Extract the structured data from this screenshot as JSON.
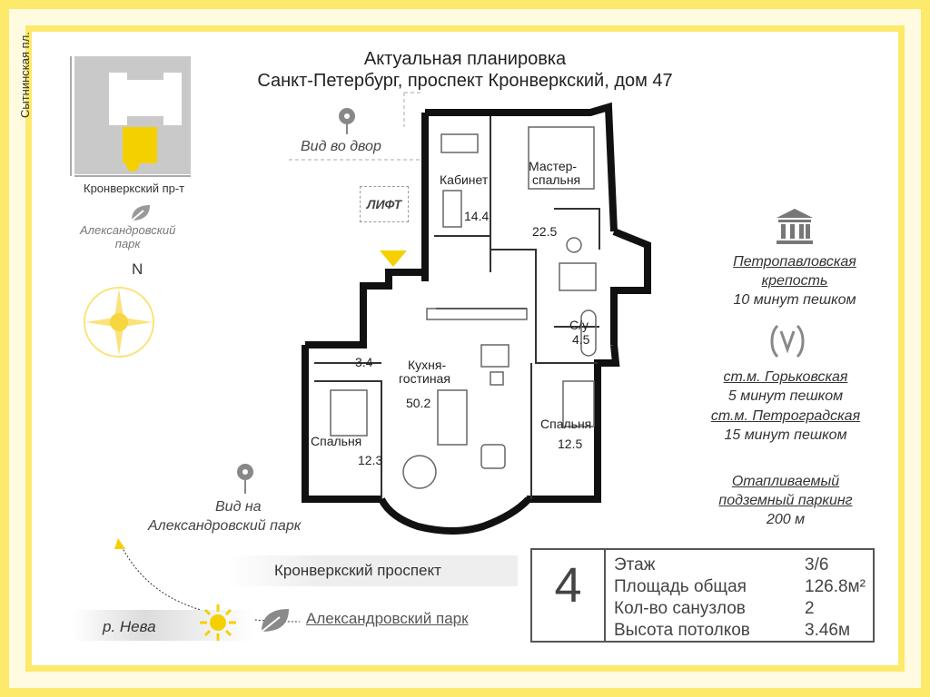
{
  "header": {
    "line1": "Актуальная планировка",
    "line2": "Санкт-Петербург, проспект Кронверкский, дом 47"
  },
  "map": {
    "street_left": "Сытнинская пл.",
    "street_bottom": "Кронверкский пр-т",
    "park": "Александровский\nпарк",
    "north": "N"
  },
  "views": {
    "courtyard": "Вид во двор",
    "park_line1": "Вид на",
    "park_line2": "Александровский парк"
  },
  "lift": "ЛИФТ",
  "rooms": {
    "study": {
      "name": "Кабинет",
      "area": "14.4"
    },
    "master": {
      "name_1": "Мастер-",
      "name_2": "спальня",
      "area": "22.5"
    },
    "bath": {
      "name": "С/у",
      "area": "4.5"
    },
    "kitchen": {
      "name_1": "Кухня-",
      "name_2": "гостиная",
      "area": "50.2"
    },
    "storage": {
      "area": "3.4"
    },
    "bedroom_left": {
      "name": "Спальня",
      "area": "12.3"
    },
    "bedroom_right": {
      "name": "Спальня",
      "area": "12.5"
    }
  },
  "poi": {
    "fortress_1": "Петропавловская",
    "fortress_2": "крепость",
    "fortress_time": "10 минут пешком",
    "metro_1": "ст.м. Горьковская",
    "metro_1_time": "5 минут пешком",
    "metro_2": "ст.м. Петроградская",
    "metro_2_time": "15 минут пешком",
    "parking_1": "Отапливаемый",
    "parking_2": "подземный паркинг",
    "parking_dist": "200 м"
  },
  "bottom": {
    "street": "Кронверкский проспект",
    "river": "р. Нева",
    "park": "Александровский парк"
  },
  "facts": {
    "number": "4",
    "rows": [
      {
        "label": "Этаж",
        "value": "3/6"
      },
      {
        "label": "Площадь общая",
        "value": "126.8м²"
      },
      {
        "label": "Кол-во санузлов",
        "value": "2"
      },
      {
        "label": "Высота потолков",
        "value": "3.46м"
      }
    ]
  },
  "colors": {
    "accent": "#fde96a",
    "sun": "#f5d000",
    "wall": "#111111"
  }
}
